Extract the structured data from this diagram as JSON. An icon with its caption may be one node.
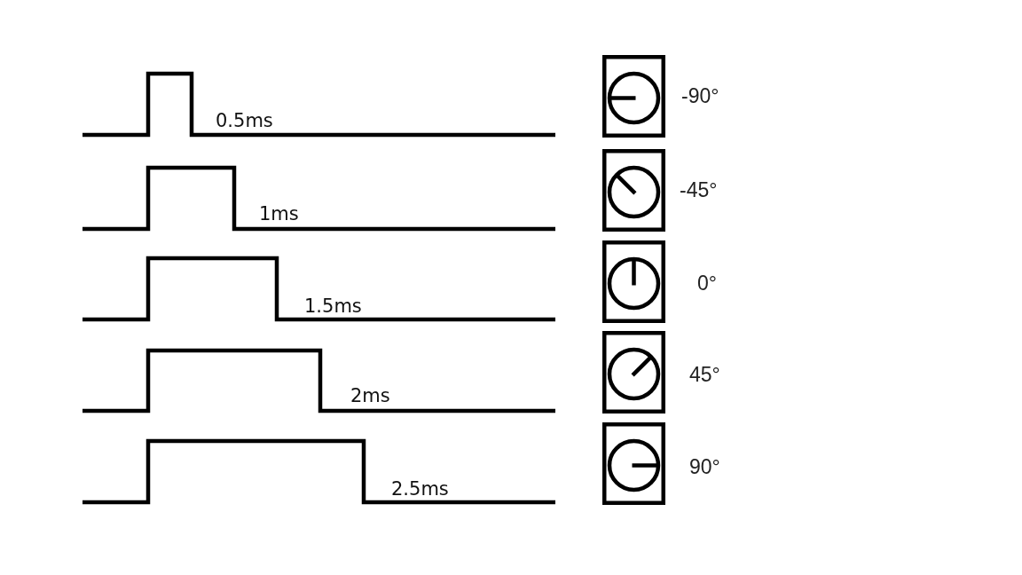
{
  "diagram": {
    "labels": [
      "0.5ms",
      "-90°",
      "1ms",
      "-45°",
      "1.5ms",
      "0°",
      "2ms",
      "45°",
      "2.5ms",
      "90°"
    ]
  }
}
